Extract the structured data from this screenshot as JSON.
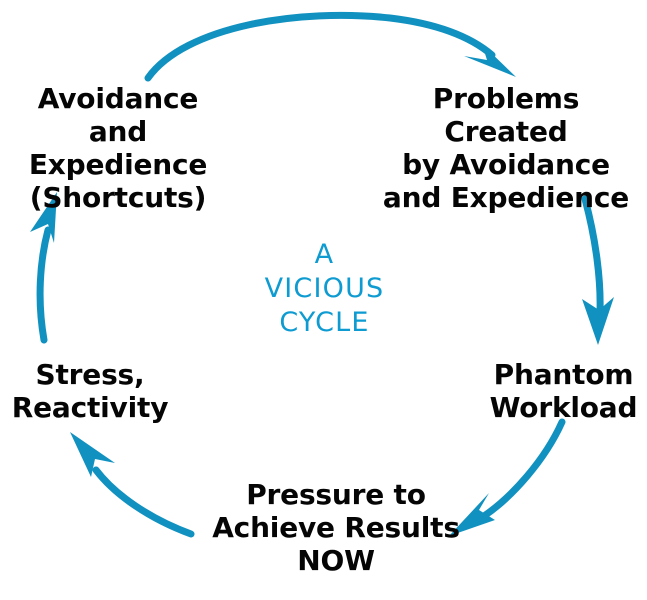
{
  "diagram": {
    "title": "A Vicious Cycle",
    "center": {
      "text": "A\nVICIOUS\nCYCLE",
      "color": "#0d9bd1"
    },
    "colors": {
      "arrow": "#1191c0",
      "arrow_dark": "#0e87b8",
      "text": "#050505",
      "center_text": "#0d9bd1",
      "background": "#ffffff"
    },
    "nodes": [
      {
        "id": "avoidance",
        "text": "Avoidance\nand Expedience\n(Shortcuts)",
        "position": "top-left"
      },
      {
        "id": "problems",
        "text": "Problems Created\nby Avoidance\nand Expedience",
        "position": "top-right"
      },
      {
        "id": "phantom",
        "text": "Phantom\nWorkload",
        "position": "right"
      },
      {
        "id": "pressure",
        "text": "Pressure to\nAchieve Results\nNOW",
        "position": "bottom"
      },
      {
        "id": "stress",
        "text": "Stress,\nReactivity",
        "position": "left"
      }
    ],
    "arrows": [
      {
        "id": "arrow-top",
        "from": "avoidance",
        "to": "problems",
        "direction": "clockwise"
      },
      {
        "id": "arrow-right",
        "from": "problems",
        "to": "phantom",
        "direction": "clockwise"
      },
      {
        "id": "arrow-bottom-right",
        "from": "phantom",
        "to": "pressure",
        "direction": "clockwise"
      },
      {
        "id": "arrow-bottom-left",
        "from": "pressure",
        "to": "stress",
        "direction": "clockwise"
      },
      {
        "id": "arrow-left",
        "from": "stress",
        "to": "avoidance",
        "direction": "clockwise"
      }
    ]
  }
}
